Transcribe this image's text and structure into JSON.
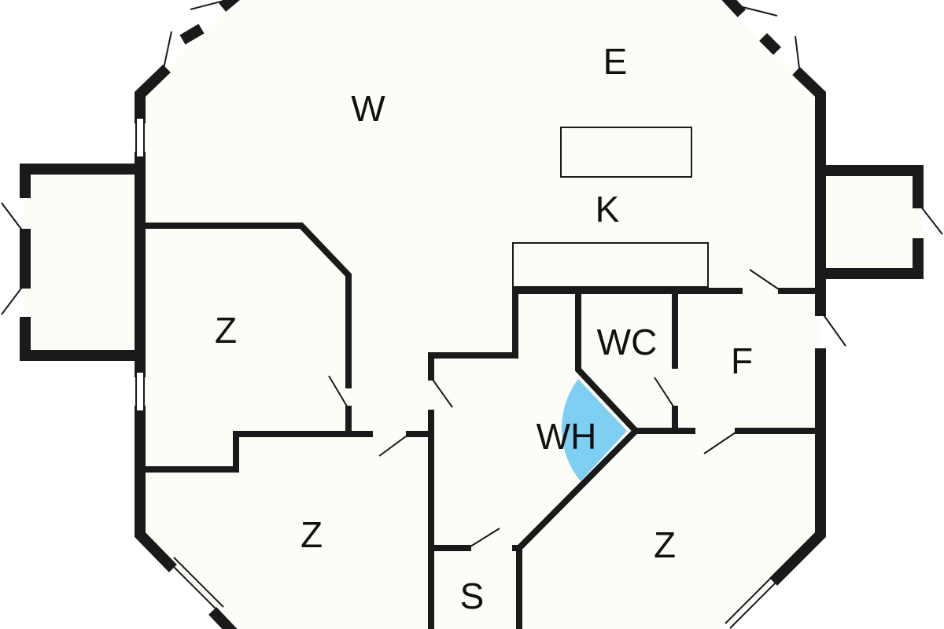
{
  "rooms": {
    "w": "W",
    "e": "E",
    "k": "K",
    "z1": "Z",
    "wc": "WC",
    "f": "F",
    "wh": "WH",
    "z2": "Z",
    "z3": "Z",
    "s": "S"
  },
  "colors": {
    "floor": "#fdfdf8",
    "wall": "#1a1a1a",
    "wh_highlight": "#7fcff2"
  }
}
